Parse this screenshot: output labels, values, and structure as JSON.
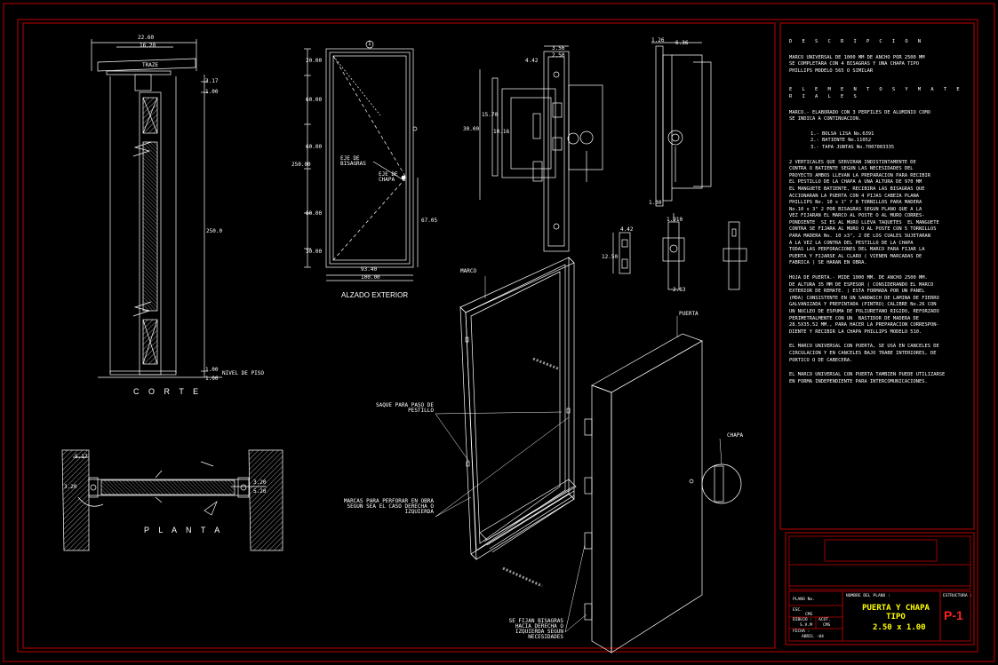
{
  "colors": {
    "frame_red": "#c00000",
    "line_white": "#ffffff",
    "text_yellow": "#ffff00",
    "hatch_gray": "#9a9a9a",
    "sheet_red": "#ff2020"
  },
  "views": {
    "corte": {
      "title": "C O R T E",
      "dims": [
        "22.60",
        "16.20",
        "TRAZE",
        "3.17",
        "1.00",
        "250.0",
        "1.00",
        "1.00",
        "NIVEL DE PISO"
      ]
    },
    "planta": {
      "title": "P L A N T A",
      "dims": [
        "5.17",
        "3.20",
        "3.20",
        "5.20"
      ]
    },
    "alzado": {
      "title": "ALZADO EXTERIOR",
      "dims": [
        "20.00",
        "60.00",
        "60.00",
        "250.00",
        "60.00",
        "30.00",
        "67.05",
        "93.40",
        "100.00"
      ],
      "marker": "1",
      "notes": [
        "EJE DE BISAGRAS",
        "EJE DE CHAPA"
      ]
    },
    "chapa": {
      "dims": [
        "3.56",
        "4.42",
        "2.50",
        "15.70",
        "30.00",
        "10.16",
        "1.26",
        "6.36",
        "1.30"
      ]
    },
    "hinges": {
      "dims": [
        "4.42",
        "12.50",
        "1.910",
        "2.63"
      ]
    },
    "isometric": {
      "labels": [
        "MARCO",
        "PUERTA",
        "SAQUE PARA PASO DE PESTILLO",
        "MARCAS PARA PERFORAR EN OBRA SEGUN SEA EL CASO DERECHA O IZQUIERDA",
        "SE FIJAN BISAGRAS HACIA DERECHA O IZQUIERDA SEGUN NECESIDADES",
        "CHAPA"
      ]
    }
  },
  "spec": {
    "heading_description": "D E S C R I P C I O N",
    "description": "MARCO UNIVERSAL DE 1000 MM DE ANCHO POR 2500 MM\nSE COMPLETARA CON 4 BISAGRAS Y UNA CHAPA TIPO\nPHILLIPS MODELO 565 O SIMILAR",
    "heading_materials": "E L E M E N T O S   Y   M A T E R I A L E S",
    "materials_intro": "MARCO.- ELABORADO CON 3 PERFILES DE ALUMINIO COMO\nSE INDICA A CONTINUACION.",
    "materials_list": [
      "1.- BOLSA LISA  No.6391",
      "2.- BATIENTE   No.11052",
      "3.- TAPA JUNTAS No.7007003335"
    ],
    "para_verticales": "2 VERTICALES QUE SERVIRAN INDISTINTAMENTE DE\nCONTRA O BATIENTE SEGUN LAS NECESIDADES DEL\nPROYECTO AMBOS LLEVAN LA PREPARACION PARA RECIBIR\nEL PESTILLO DE LA CHAPA A UNA ALTURA DE 970 MM\nEL MANGUETE BATIENTE, RECIBIRA LAS BISAGRAS QUE\nACCIONARAN LA PUERTA CON 4 PIJAS CABEZA PLANA\nPHILLIPS No. 10 x 1\" Y 8 TORNILLOS PARA MADERA\nNo.10 x 3\" 2 POR BISAGRAS SEGUN PLANO QUE A LA\nVEZ FIJARAN EL MARCO AL POSTE O AL MURO CORRES-\nPONDIENTE  SI ES AL MURO LLEVA TAQUETES  EL MANGUETE\nCONTRA SE FIJARA AL MURO O AL POSTE CON 5 TORNILLOS\nPARA MADERA No. 10 x3\", 2 DE LOS CUALES SUJETARAN\nA LA VEZ LA CONTRA DEL PESTILLO DE LA CHAPA\nTODAS LAS PERFORACIONES DEL MARCO PARA FIJAR LA\nPUERTA Y FIJARSE AL CLARO ( VIENEN MARCADAS DE\nFABRICA ) SE HARAN EN OBRA.",
    "para_hoja": "HOJA DE PUERTA.- MIDE 1000 MM. DE ANCHO 2500 MM.\nDE ALTURA 35 MM DE ESPESOR ( CONSIDERANDO EL MARCO\nEXTERIOR DE REMATE. ) ESTA FORMADA POR UN PANEL\n(MDA) CONSISTENTE EN UN SANDWICH DE LAMINA DE FIERRO\nGALVANIZADA Y PREPINTADA (PINTRO) CALIBRE No.26 CON\nUN NUCLEO DE ESPUMA DE POLIURETANO RIGIDO, REFORZADO\nPERIMETRALMENTE CON UN  BASTIDOR DE MADERA DE\n28.5X35.52 MM., PARA HACER LA PREPARACION CORRESPON-\nDIENTE Y RECIBIR LA CHAPA PHILLIPS MODELO 510.",
    "para_canceles": "EL MARCO UNIVERSAL CON PUERTA, SE USA EN CANCELES DE\nCIRCULACION Y EN CANCELES BAJO TRABE INTERIORES, DE\nPORTICO O DE CABECERA.",
    "para_intercom": "EL MARCO UNIVERSAL CON PUERTA TAMBIEN PUEDE UTILIZARSE\nEN FORMA INDEPENDIENTE PARA INTERCOMUNICACIONES."
  },
  "title_block": {
    "plano_no_label": "PLANO No.",
    "esc_label": "ESC.",
    "esc_value": "CMS",
    "dibujo_label": "DIBUJO :",
    "dibujo_value": "S.V.M",
    "acot_label": "ACOT.",
    "acot_value": "CMS",
    "fecha_label": "FECHA :",
    "fecha_value": "ABRIL -04",
    "nombre_label": "NOMBRE DEL PLANO :",
    "nombre_value": "PUERTA Y CHAPA TIPO",
    "size_value": "2.50 x 1.00",
    "estructura_label": "ESTRUCTURA :",
    "sheet_code": "P-1"
  }
}
